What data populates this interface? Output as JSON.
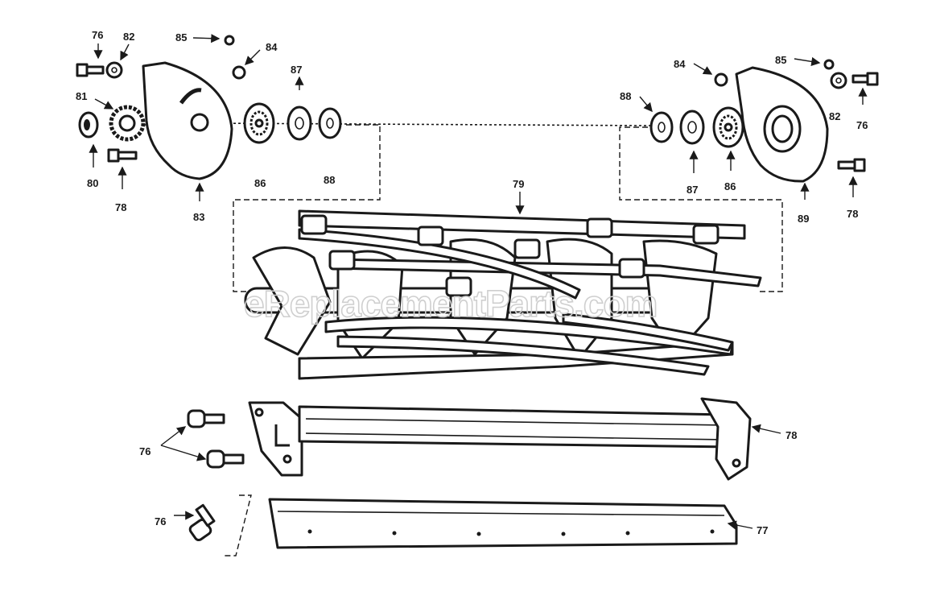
{
  "watermark": "eReplacementParts.com",
  "callouts": {
    "c76_a": "76",
    "c82_a": "82",
    "c85_a": "85",
    "c84_a": "84",
    "c87_a": "87",
    "c81": "81",
    "c80": "80",
    "c78_a": "78",
    "c83": "83",
    "c86_a": "86",
    "c88_a": "88",
    "c84_b": "84",
    "c85_b": "85",
    "c88_b": "88",
    "c82_b": "82",
    "c76_b": "76",
    "c87_b": "87",
    "c86_b": "86",
    "c89": "89",
    "c78_b": "78",
    "c79": "79",
    "c76_c": "76",
    "c78_c": "78",
    "c76_d": "76",
    "c77": "77"
  },
  "colors": {
    "ink": "#1a1a1a",
    "paper": "#ffffff",
    "watermark": "#cfcfcf"
  }
}
